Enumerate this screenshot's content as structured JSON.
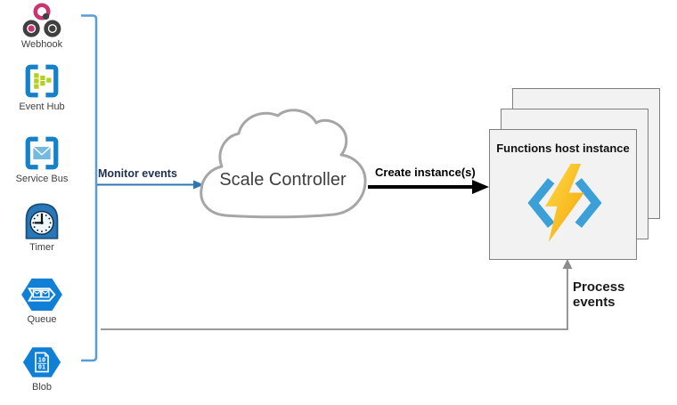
{
  "sources": {
    "items": [
      {
        "label": "Webhook",
        "icon": "webhook-icon"
      },
      {
        "label": "Event Hub",
        "icon": "event-hub-icon"
      },
      {
        "label": "Service Bus",
        "icon": "service-bus-icon"
      },
      {
        "label": "Timer",
        "icon": "timer-icon"
      },
      {
        "label": "Queue",
        "icon": "queue-icon"
      },
      {
        "label": "Blob",
        "icon": "blob-icon"
      }
    ]
  },
  "controller": {
    "label": "Scale Controller"
  },
  "host": {
    "title": "Functions host instance",
    "stacked_instances": 3
  },
  "flows": {
    "monitor": {
      "label": "Monitor events",
      "color": "#2e75b6"
    },
    "create": {
      "label": "Create instance(s)",
      "color": "#000000"
    },
    "process": {
      "label": "Process events",
      "color": "#8c8c8c"
    }
  },
  "colors": {
    "bracket": "#5b9bd5",
    "cloud_outline": "#a6a6a6",
    "box_fill": "#f2f2f2",
    "box_border": "#7f7f7f",
    "hexagon_blue": "#1080d7",
    "frame_blue": "#1581c9",
    "event_hub_green": "#b4cf1c",
    "webhook_pink": "#c9356e",
    "webhook_dark": "#404040",
    "timer_blue": "#2a77b8",
    "functions_bracket_blue": "#3b9fd8",
    "bolt_yellow_top": "#ffdc48",
    "bolt_yellow_bottom": "#f3a307"
  }
}
